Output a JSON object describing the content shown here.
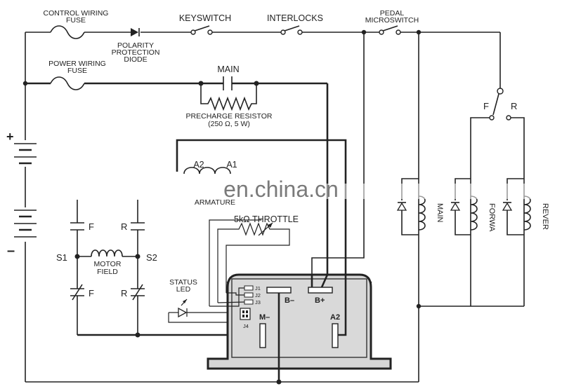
{
  "labels": {
    "control_fuse_1": "CONTROL WIRING",
    "control_fuse_2": "FUSE",
    "polarity_1": "POLARITY",
    "polarity_2": "PROTECTION",
    "polarity_3": "DIODE",
    "keyswitch": "KEYSWITCH",
    "interlocks": "INTERLOCKS",
    "pedal_1": "PEDAL",
    "pedal_2": "MICROSWITCH",
    "power_fuse_1": "POWER WIRING",
    "power_fuse_2": "FUSE",
    "main": "MAIN",
    "precharge_1": "PRECHARGE RESISTOR",
    "precharge_2": "(250 Ω, 5 W)",
    "f_switch": "F",
    "r_switch": "R",
    "battery_plus": "+",
    "battery_minus": "–",
    "a2": "A2",
    "a1": "A1",
    "armature": "ARMATURE",
    "watermark": "en.china.cn",
    "throttle": "5kΩ THROTTLE",
    "f_top": "F",
    "r_top": "R",
    "s1": "S1",
    "s2": "S2",
    "motor_field_1": "MOTOR",
    "motor_field_2": "FIELD",
    "f_bottom": "F",
    "r_bottom": "R",
    "status_led_1": "STATUS",
    "status_led_2": "LED",
    "j1": "J1",
    "j2": "J2",
    "j3": "J3",
    "j4": "J4",
    "b_minus": "B–",
    "b_plus": "B+",
    "m_minus": "M–",
    "a2_terminal": "A2",
    "coil_main": "MAIN",
    "coil_forward": "FORWA",
    "coil_reverse": "REVER"
  }
}
